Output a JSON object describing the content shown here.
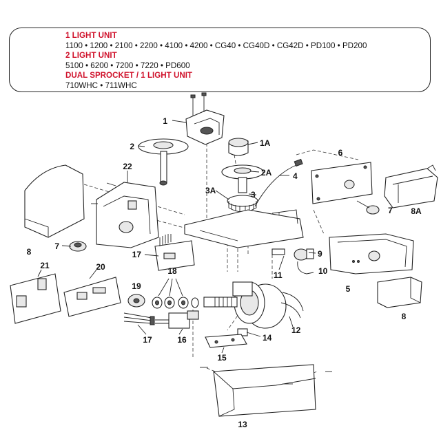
{
  "legend": {
    "groups": [
      {
        "heading": "1 LIGHT UNIT",
        "models": "1100 • 1200 • 2100 • 2200 • 4100 • 4200 • CG40 • CG40D • CG42D • PD100 • PD200"
      },
      {
        "heading": "2 LIGHT UNIT",
        "models": "5100 • 6200 • 7200 • 7220 • PD600"
      },
      {
        "heading": "DUAL SPROCKET / 1 LIGHT UNIT",
        "models": "710WHC • 711WHC"
      }
    ]
  },
  "callouts": {
    "c1": "1",
    "c1A": "1A",
    "c2": "2",
    "c2A": "2A",
    "c3": "3",
    "c3A": "3A",
    "c4": "4",
    "c5": "5",
    "c6": "6",
    "c7a": "7",
    "c7b": "7",
    "c8a": "8",
    "c8b": "8",
    "c8A": "8A",
    "c9": "9",
    "c10": "10",
    "c11": "11",
    "c12": "12",
    "c13": "13",
    "c14": "14",
    "c15": "15",
    "c16": "16",
    "c17a": "17",
    "c17b": "17",
    "c18": "18",
    "c19": "19",
    "c20": "20",
    "c21": "21",
    "c22": "22"
  }
}
